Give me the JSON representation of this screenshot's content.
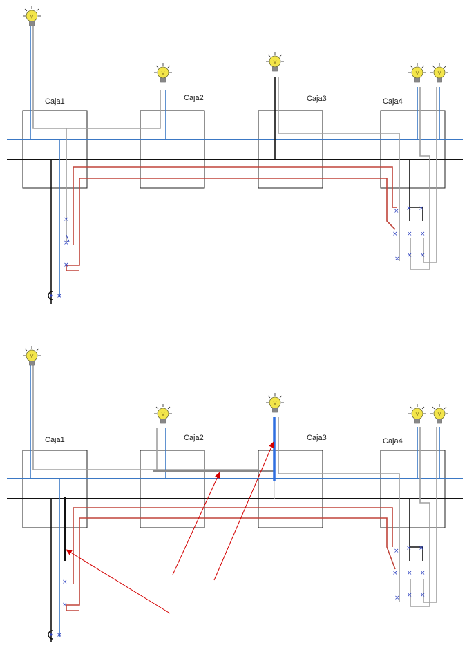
{
  "diagrams": [
    {
      "boxes": [
        {
          "label": "Caja1"
        },
        {
          "label": "Caja2"
        },
        {
          "label": "Caja3"
        },
        {
          "label": "Caja4"
        }
      ]
    },
    {
      "boxes": [
        {
          "label": "Caja1"
        },
        {
          "label": "Caja2"
        },
        {
          "label": "Caja3"
        },
        {
          "label": "Caja4"
        }
      ]
    }
  ],
  "colors": {
    "neutral": "#3b78c4",
    "phase": "#111111",
    "return": "#a0a0a0",
    "traveler": "#c0443a",
    "switch_mark": "#2a3fbf",
    "bulb": "#f3e54a",
    "annotation_arrow": "#d40000",
    "highlight_blue": "#2f6fe0",
    "highlight_gray": "#8a8a8a"
  },
  "icons": {
    "bulb": "light-bulb-icon",
    "switch": "switch-icon",
    "outlet": "power-outlet-icon",
    "arrow": "annotation-arrow-icon"
  }
}
